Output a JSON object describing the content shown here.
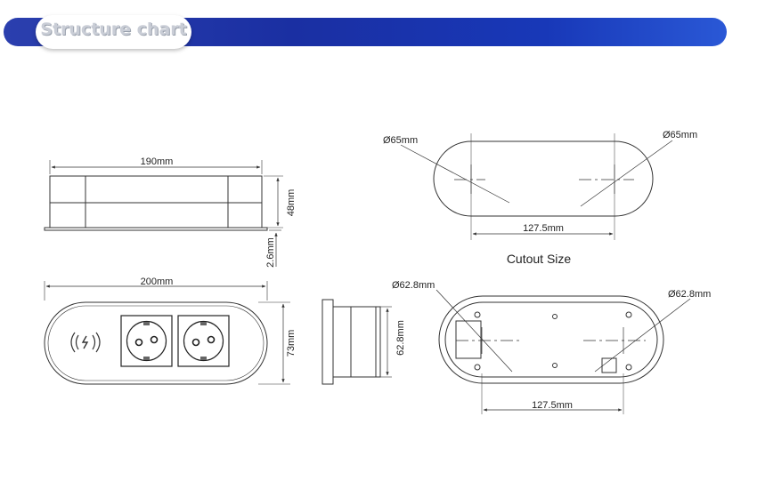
{
  "header": {
    "title": "Structure chart",
    "accent": "#1a2fa2"
  },
  "drawings": {
    "side_view": {
      "width_label": "190mm",
      "height_label": "48mm",
      "flange_label": "2.6mm"
    },
    "front_view": {
      "width_label": "200mm",
      "height_label": "73mm"
    },
    "end_view": {
      "height_label": "62.8mm"
    },
    "cutout_top": {
      "left_dia": "Ø65mm",
      "right_dia": "Ø65mm",
      "center_dist": "127.5mm"
    },
    "cutout_caption": "Cutout Size",
    "bottom_view": {
      "left_dia": "Ø62.8mm",
      "right_dia": "Ø62.8mm",
      "center_dist": "127.5mm"
    }
  },
  "icons": [
    "wireless-charging-icon",
    "schuko-socket-icon"
  ]
}
